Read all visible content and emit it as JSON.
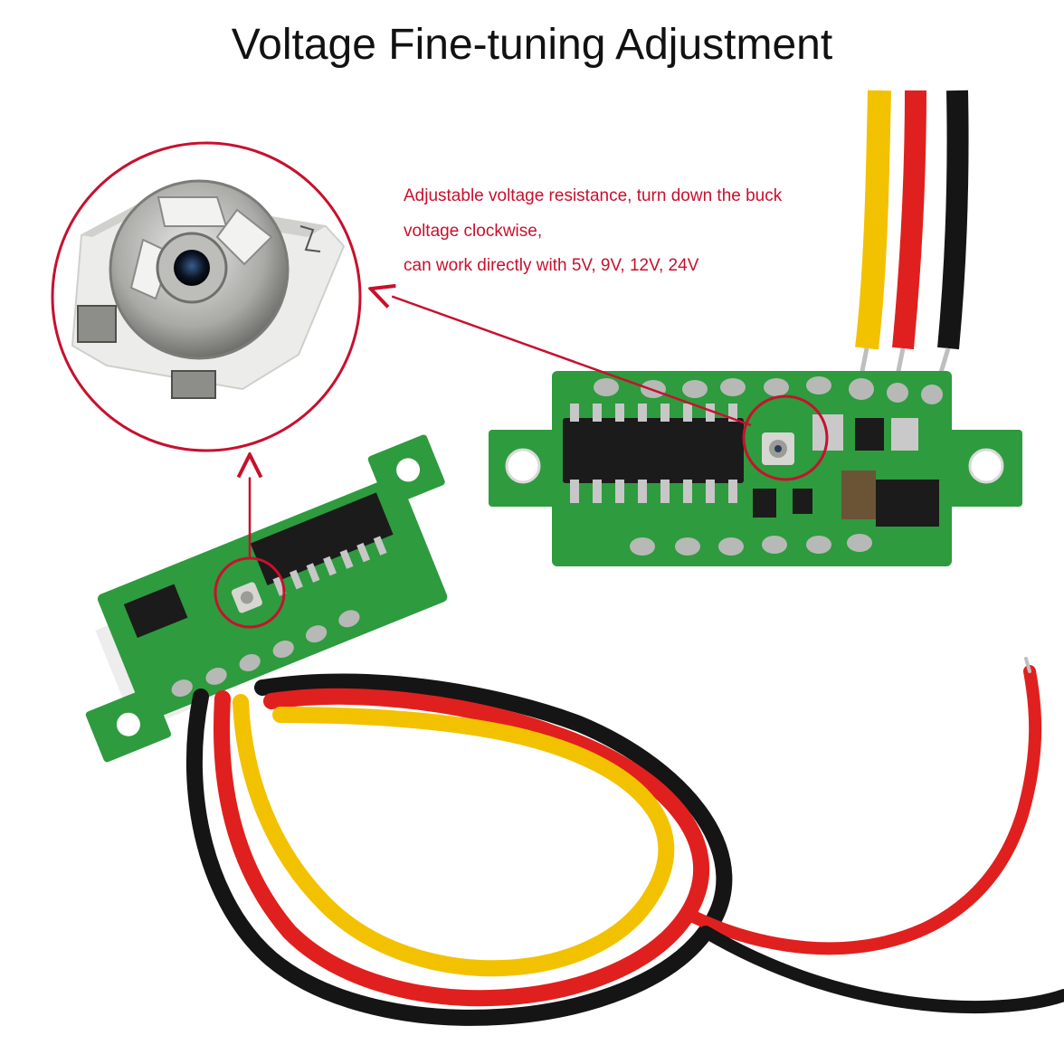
{
  "title": "Voltage Fine-tuning Adjustment",
  "callout": {
    "lines": [
      "Adjustable voltage resistance, turn down the buck",
      "voltage clockwise,",
      "can work directly with 5V, 9V, 12V, 24V"
    ]
  },
  "colors": {
    "annotation_red": "#c8102e",
    "pcb_green": "#2e9b3e",
    "wire_red": "#e0201e",
    "wire_yellow": "#f2c200",
    "wire_black": "#151515"
  },
  "icons": {
    "potentiometer": "potentiometer-closeup-icon",
    "pcb": "voltmeter-pcb-icon",
    "wires": "three-wire-lead-icon"
  }
}
